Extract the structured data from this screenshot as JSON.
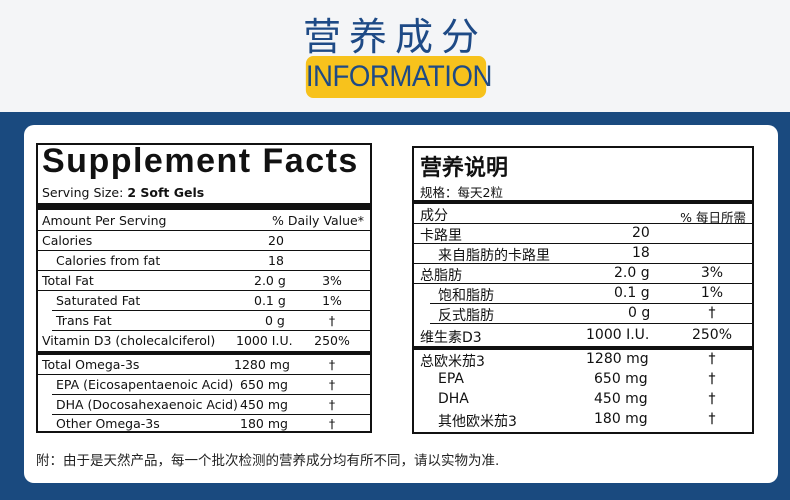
{
  "header": {
    "title_cn": "营养成分",
    "badge": "INFORMATION"
  },
  "left": {
    "title": "Supplement Facts",
    "serving_label": "Serving Size: ",
    "serving_value": "2 Soft Gels",
    "col_amount": "Amount Per Serving",
    "col_dv": "% Daily Value*",
    "rows": [
      {
        "label": "Calories",
        "amount": "20",
        "dv": ""
      },
      {
        "label": "Calories from fat",
        "amount": "18",
        "dv": ""
      },
      {
        "label": "Total Fat",
        "amount": "2.0 g",
        "dv": "3%"
      },
      {
        "label": "Saturated Fat",
        "amount": "0.1 g",
        "dv": "1%"
      },
      {
        "label": "Trans Fat",
        "amount": "0 g",
        "dv": "†"
      },
      {
        "label": "Vitamin D3 (cholecalciferol)",
        "amount": "1000 I.U.",
        "dv": "250%"
      },
      {
        "label": "Total Omega-3s",
        "amount": "1280 mg",
        "dv": "†"
      },
      {
        "label": "EPA (Eicosapentaenoic Acid)",
        "amount": "650 mg",
        "dv": "†"
      },
      {
        "label": "DHA (Docosahexaenoic Acid)",
        "amount": "450 mg",
        "dv": "†"
      },
      {
        "label": "Other Omega-3s",
        "amount": "180 mg",
        "dv": "†"
      }
    ]
  },
  "right": {
    "title": "营养说明",
    "serving": "规格：每天2粒",
    "col_amount": "成分",
    "col_dv": "% 每日所需",
    "rows": [
      {
        "label": "卡路里",
        "amount": "20",
        "dv": ""
      },
      {
        "label": "来自脂肪的卡路里",
        "amount": "18",
        "dv": ""
      },
      {
        "label": "总脂肪",
        "amount": "2.0 g",
        "dv": "3%"
      },
      {
        "label": "饱和脂肪",
        "amount": "0.1 g",
        "dv": "1%"
      },
      {
        "label": "反式脂肪",
        "amount": "0 g",
        "dv": "†"
      },
      {
        "label": "维生素D3",
        "amount": "1000 I.U.",
        "dv": "250%"
      },
      {
        "label": "总欧米茄3",
        "amount": "1280 mg",
        "dv": "†"
      },
      {
        "label": "EPA",
        "amount": "650 mg",
        "dv": "†"
      },
      {
        "label": "DHA",
        "amount": "450 mg",
        "dv": "†"
      },
      {
        "label": "其他欧米茄3",
        "amount": "180 mg",
        "dv": "†"
      }
    ]
  },
  "footnote": "附：由于是天然产品，每一个批次检测的营养成分均有所不同，请以实物为准."
}
